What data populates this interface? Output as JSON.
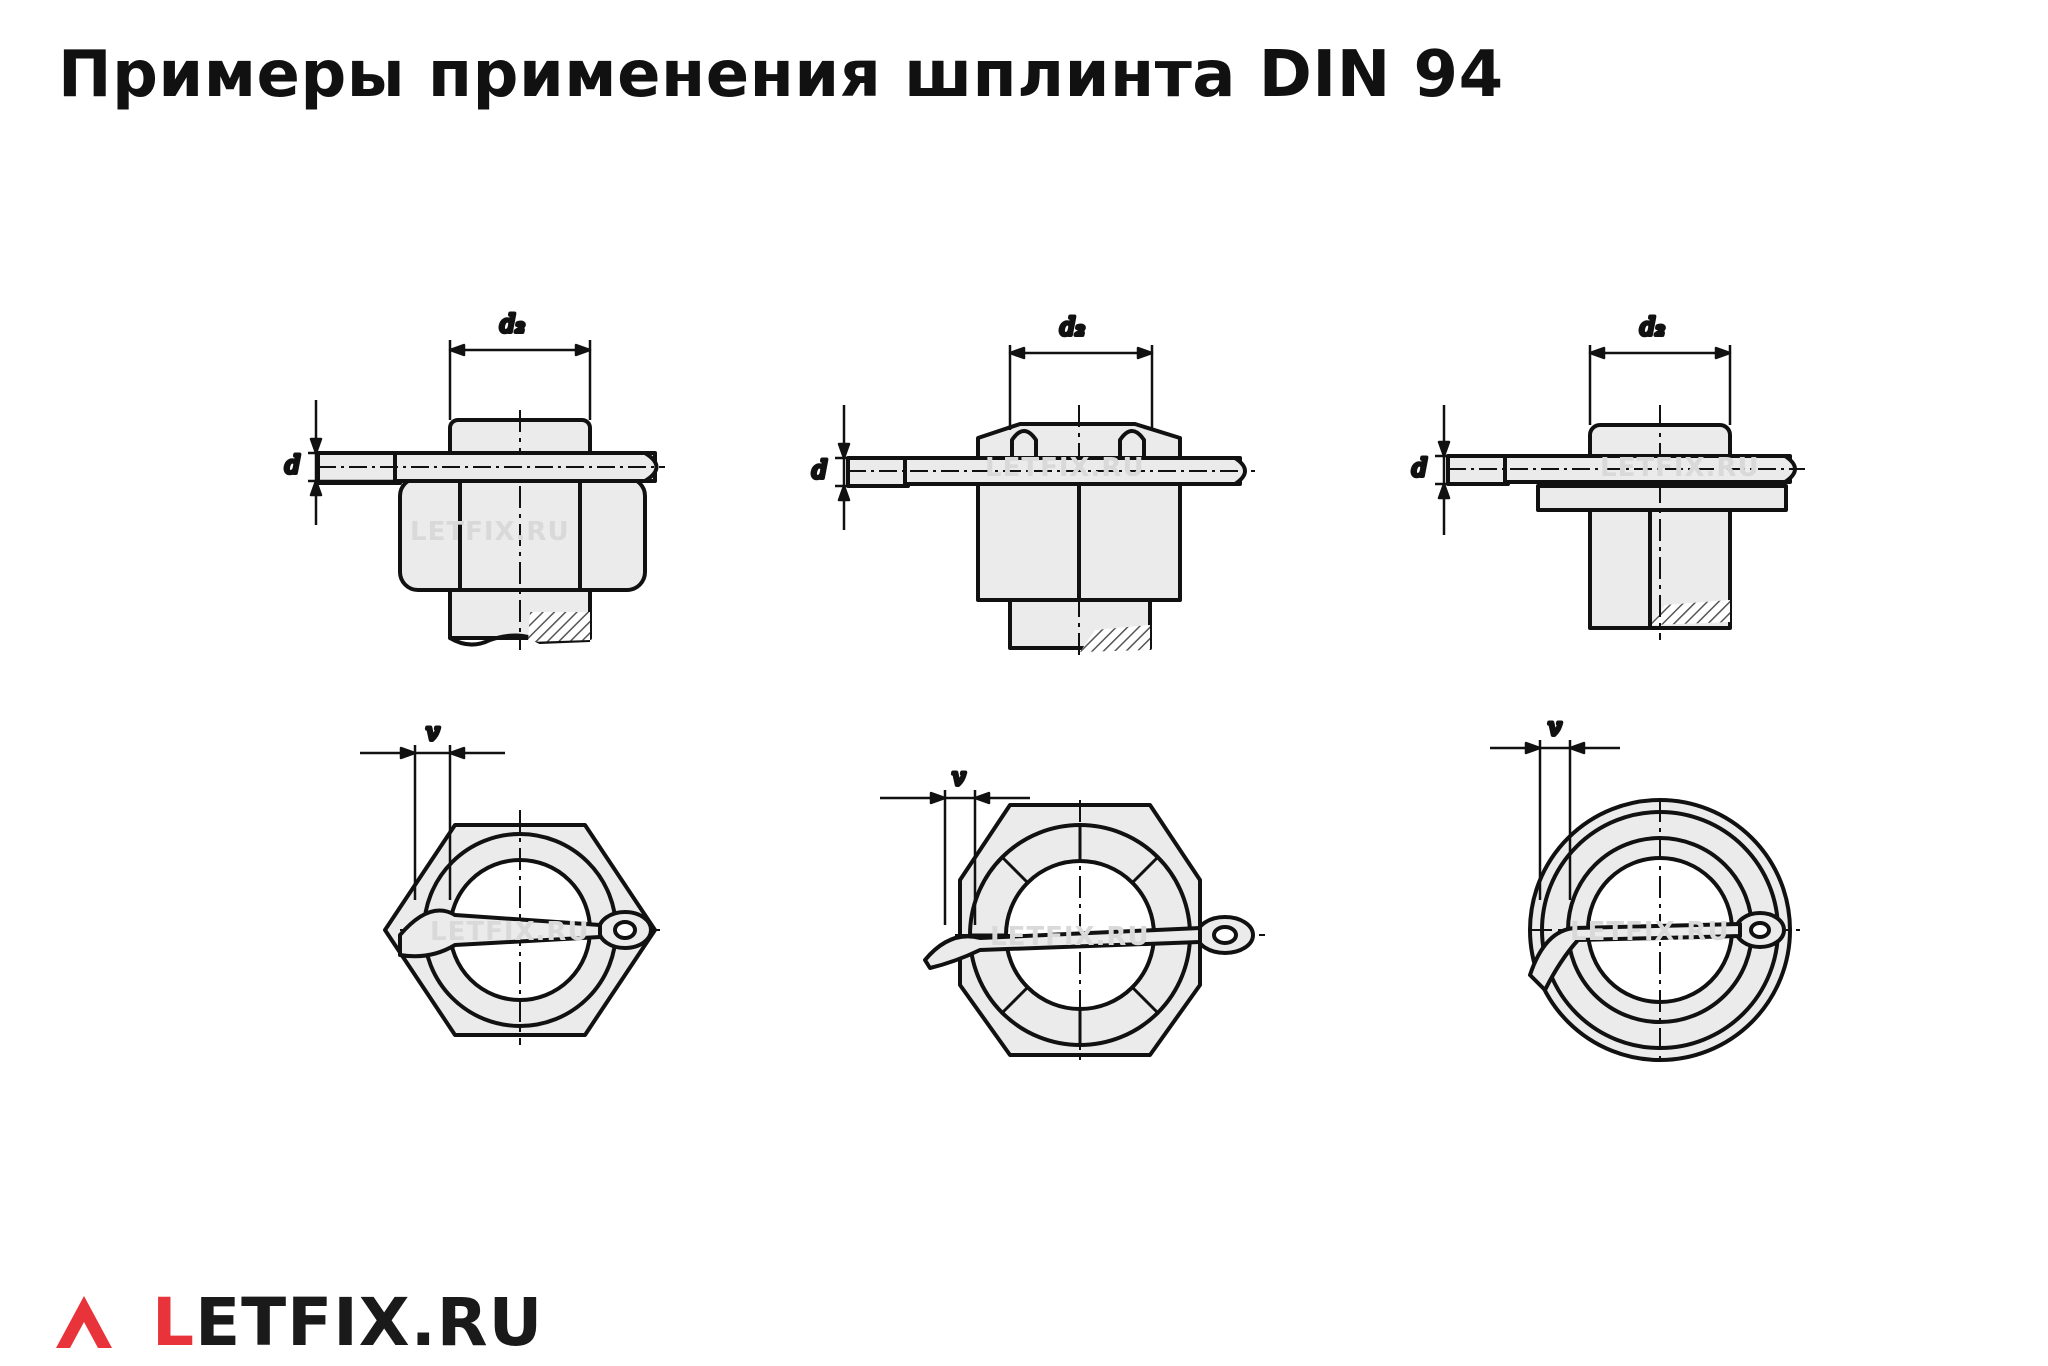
{
  "title": "Примеры применения шплинта DIN 94",
  "logo": {
    "first_letter": "L",
    "rest": "ETFIX.RU",
    "accent_color": "#e8333a"
  },
  "watermark": "LETFIX.RU",
  "labels": {
    "d2": "d₂",
    "d": "d",
    "v": "v"
  },
  "colors": {
    "line": "#111111",
    "fill": "#ebebeb",
    "hatch": "#555555"
  }
}
